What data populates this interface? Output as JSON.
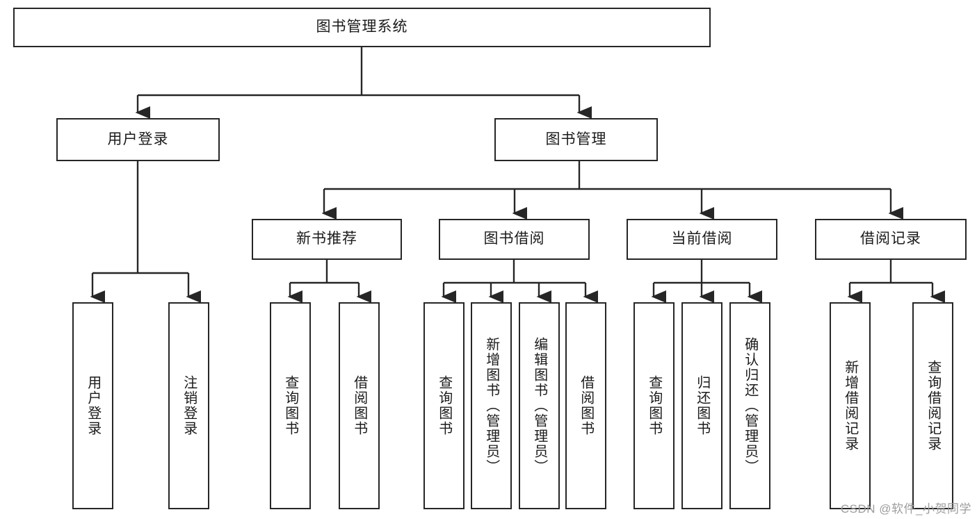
{
  "diagram": {
    "type": "tree-hierarchy",
    "title": "图书管理系统",
    "root": {
      "label": "图书管理系统"
    },
    "level2": [
      {
        "label": "用户登录"
      },
      {
        "label": "图书管理"
      }
    ],
    "level3": [
      {
        "label": "新书推荐"
      },
      {
        "label": "图书借阅"
      },
      {
        "label": "当前借阅"
      },
      {
        "label": "借阅记录"
      }
    ],
    "leaves": {
      "user_login": [
        {
          "label": "用户登录"
        },
        {
          "label": "注销登录"
        }
      ],
      "new_book_recommend": [
        {
          "label": "查询图书"
        },
        {
          "label": "借阅图书"
        }
      ],
      "book_borrow": [
        {
          "label": "查询图书"
        },
        {
          "label": "新增图书（管理员）"
        },
        {
          "label": "编辑图书（管理员）"
        },
        {
          "label": "借阅图书"
        }
      ],
      "current_borrow": [
        {
          "label": "查询图书"
        },
        {
          "label": "归还图书"
        },
        {
          "label": "确认归还（管理员）"
        }
      ],
      "borrow_record": [
        {
          "label": "新增借阅记录"
        },
        {
          "label": "查询借阅记录"
        }
      ]
    }
  },
  "watermark": {
    "text": "CSDN @软件_小贺同学"
  },
  "colors": {
    "border": "#262626",
    "text": "#1b1b1b",
    "background": "#ffffff",
    "watermark": "#9d9d9d"
  }
}
